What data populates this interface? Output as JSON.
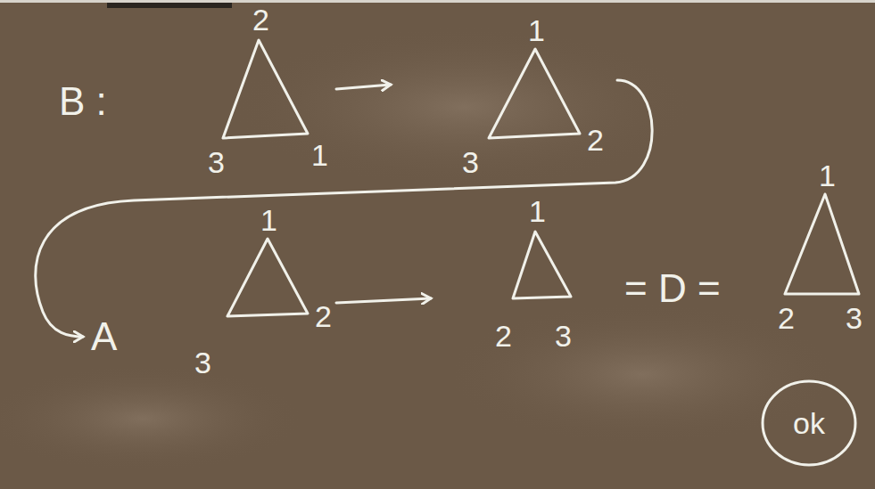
{
  "diagram": {
    "nodes": [
      {
        "text": [
          "2",
          "3",
          "1"
        ]
      },
      {
        "text": [
          "1",
          "3",
          "2"
        ]
      },
      {
        "text": [
          "1",
          "3",
          "2"
        ]
      },
      {
        "text": [
          "1",
          "2",
          "3"
        ]
      },
      {
        "text": [
          "1",
          "2",
          "3"
        ]
      },
      {
        "text": [
          "ok"
        ]
      }
    ],
    "edges": [
      {
        "from": 0,
        "to": 1,
        "arrow": "to"
      },
      {
        "from": 1,
        "to": 2,
        "arrow": "to"
      },
      {
        "from": 2,
        "to": 3,
        "arrow": "to"
      }
    ],
    "labels": [
      "B :",
      "A",
      "= D ="
    ]
  }
}
